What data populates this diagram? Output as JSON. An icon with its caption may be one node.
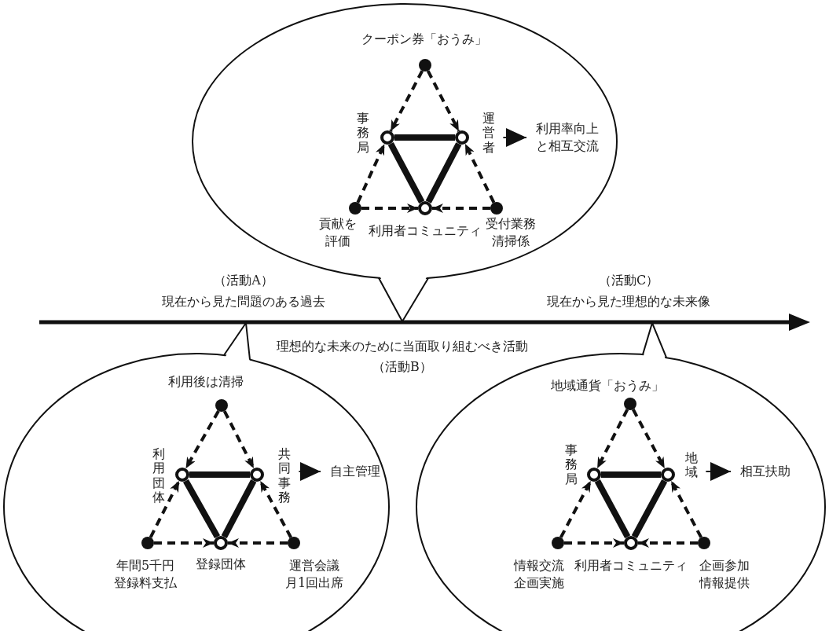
{
  "diagram": {
    "nodes": [
      {
        "text": [],
        "shape": "ellipse"
      },
      {
        "text": [],
        "shape": "dot",
        "beside": [
          "クーポン券「おうみ」"
        ],
        "in": 0
      },
      {
        "text": [],
        "shape": "circle",
        "beside": [
          "事務局"
        ],
        "in": 0
      },
      {
        "text": [],
        "shape": "circle",
        "beside": [
          "運営者"
        ],
        "in": 0
      },
      {
        "text": [
          "利用率向上と相互交流"
        ],
        "in": 0
      },
      {
        "text": [],
        "shape": "dot",
        "beside": [
          "貢献を評価"
        ],
        "in": 0
      },
      {
        "text": [],
        "shape": "circle",
        "beside": [
          "利用者コミュニティ"
        ],
        "in": 0
      },
      {
        "text": [],
        "shape": "dot",
        "beside": [
          "受付業務清掃係"
        ],
        "in": 0
      },
      {
        "text": [],
        "shape": "ellipse"
      },
      {
        "text": [],
        "shape": "dot",
        "beside": [
          "利用後は清掃"
        ],
        "in": 8
      },
      {
        "text": [],
        "shape": "circle",
        "beside": [
          "利用団体"
        ],
        "in": 8
      },
      {
        "text": [],
        "shape": "circle",
        "beside": [
          "共同事務"
        ],
        "in": 8
      },
      {
        "text": [
          "自主管理"
        ],
        "in": 8
      },
      {
        "text": [],
        "shape": "dot",
        "beside": [
          "年間5千円登録料支払"
        ],
        "in": 8
      },
      {
        "text": [],
        "shape": "circle",
        "beside": [
          "登録団体"
        ],
        "in": 8
      },
      {
        "text": [],
        "shape": "dot",
        "beside": [
          "運営会議月1回出席"
        ],
        "in": 8
      },
      {
        "text": [],
        "shape": "ellipse"
      },
      {
        "text": [],
        "shape": "dot",
        "beside": [
          "地域通貨「おうみ」"
        ],
        "in": 16
      },
      {
        "text": [],
        "shape": "circle",
        "beside": [
          "事務局"
        ],
        "in": 16
      },
      {
        "text": [],
        "shape": "circle",
        "beside": [
          "地域"
        ],
        "in": 16
      },
      {
        "text": [
          "相互扶助"
        ],
        "in": 16
      },
      {
        "text": [],
        "shape": "dot",
        "beside": [
          "情報交流企画実施"
        ],
        "in": 16
      },
      {
        "text": [],
        "shape": "circle",
        "beside": [
          "利用者コミュニティ"
        ],
        "in": 16
      },
      {
        "text": [],
        "shape": "dot",
        "beside": [
          "企画参加情報提供"
        ],
        "in": 16
      }
    ],
    "edges": [
      {
        "from": 1,
        "to": 2,
        "arrow": "to",
        "style": "dashed"
      },
      {
        "from": 1,
        "to": 3,
        "arrow": "to",
        "style": "dashed"
      },
      {
        "from": 5,
        "to": 2,
        "arrow": "to",
        "style": "dashed"
      },
      {
        "from": 5,
        "to": 6,
        "arrow": "to",
        "style": "dashed"
      },
      {
        "from": 7,
        "to": 3,
        "arrow": "to",
        "style": "dashed"
      },
      {
        "from": 7,
        "to": 6,
        "arrow": "to",
        "style": "dashed"
      },
      {
        "from": 2,
        "to": 3,
        "arrow": "none",
        "style": "thick"
      },
      {
        "from": 2,
        "to": 6,
        "arrow": "none",
        "style": "thick"
      },
      {
        "from": 3,
        "to": 6,
        "arrow": "none",
        "style": "thick"
      },
      {
        "from": 3,
        "to": 4,
        "arrow": "to"
      },
      {
        "from": 9,
        "to": 10,
        "arrow": "to",
        "style": "dashed"
      },
      {
        "from": 9,
        "to": 11,
        "arrow": "to",
        "style": "dashed"
      },
      {
        "from": 13,
        "to": 10,
        "arrow": "to",
        "style": "dashed"
      },
      {
        "from": 13,
        "to": 14,
        "arrow": "to",
        "style": "dashed"
      },
      {
        "from": 15,
        "to": 11,
        "arrow": "to",
        "style": "dashed"
      },
      {
        "from": 15,
        "to": 14,
        "arrow": "to",
        "style": "dashed"
      },
      {
        "from": 10,
        "to": 11,
        "arrow": "none",
        "style": "thick"
      },
      {
        "from": 10,
        "to": 14,
        "arrow": "none",
        "style": "thick"
      },
      {
        "from": 11,
        "to": 14,
        "arrow": "none",
        "style": "thick"
      },
      {
        "from": 11,
        "to": 12,
        "arrow": "to"
      },
      {
        "from": 17,
        "to": 18,
        "arrow": "to",
        "style": "dashed"
      },
      {
        "from": 17,
        "to": 19,
        "arrow": "to",
        "style": "dashed"
      },
      {
        "from": 21,
        "to": 18,
        "arrow": "to",
        "style": "dashed"
      },
      {
        "from": 21,
        "to": 22,
        "arrow": "to",
        "style": "dashed"
      },
      {
        "from": 23,
        "to": 19,
        "arrow": "to",
        "style": "dashed"
      },
      {
        "from": 23,
        "to": 22,
        "arrow": "to",
        "style": "dashed"
      },
      {
        "from": 18,
        "to": 19,
        "arrow": "none",
        "style": "thick"
      },
      {
        "from": 18,
        "to": 22,
        "arrow": "none",
        "style": "thick"
      },
      {
        "from": 19,
        "to": 22,
        "arrow": "none",
        "style": "thick"
      },
      {
        "from": 19,
        "to": 20,
        "arrow": "to"
      }
    ],
    "labels": [
      "（活動A）",
      "現在から見た問題のある過去",
      "（活動C）",
      "現在から見た理想的な未来像",
      "理想的な未来のために当面取り組むべき活動",
      "（活動B）"
    ]
  }
}
